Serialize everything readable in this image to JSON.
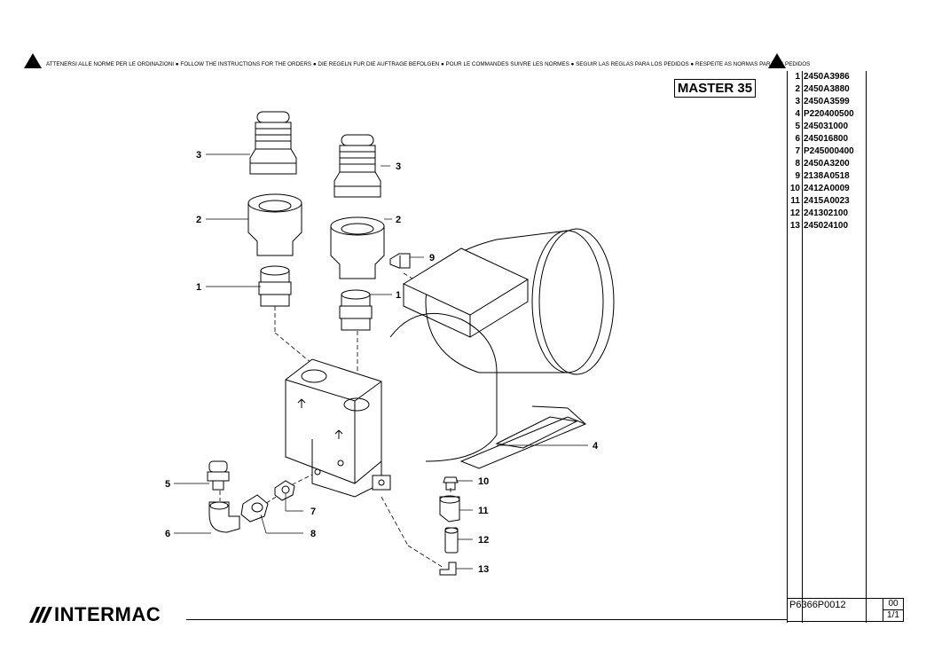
{
  "header": {
    "warning": "ATTENERSI ALLE NORME PER LE ORDINAZIONI ● FOLLOW THE INSTRUCTIONS FOR THE ORDERS ● DIE REGELN FUR DIE AUFTRAGE BEFOLGEN ● POUR LE COMMANDES SUIVRE LES NORMES ● SEGUIR LAS REGLAS PARA LOS PEDIDOS ● RESPEITE AS NORMAS PARA OS PEDIDOS",
    "model": "MASTER 35"
  },
  "parts": [
    {
      "num": "1",
      "code": "2450A3986"
    },
    {
      "num": "2",
      "code": "2450A3880"
    },
    {
      "num": "3",
      "code": "2450A3599"
    },
    {
      "num": "4",
      "code": "P220400500"
    },
    {
      "num": "5",
      "code": "245031000"
    },
    {
      "num": "6",
      "code": "245016800"
    },
    {
      "num": "7",
      "code": "P245000400"
    },
    {
      "num": "8",
      "code": "2450A3200"
    },
    {
      "num": "9",
      "code": "2138A0518"
    },
    {
      "num": "10",
      "code": "2412A0009"
    },
    {
      "num": "11",
      "code": "2415A0023"
    },
    {
      "num": "12",
      "code": "241302100"
    },
    {
      "num": "13",
      "code": "245024100"
    }
  ],
  "callouts": [
    "3",
    "2",
    "1",
    "3",
    "2",
    "1",
    "9",
    "4",
    "5",
    "6",
    "7",
    "8",
    "10",
    "11",
    "12",
    "13"
  ],
  "footer": {
    "logo": "INTERMAC",
    "doc_code": "P6366P0012",
    "revision": "00",
    "page": "1/1"
  }
}
